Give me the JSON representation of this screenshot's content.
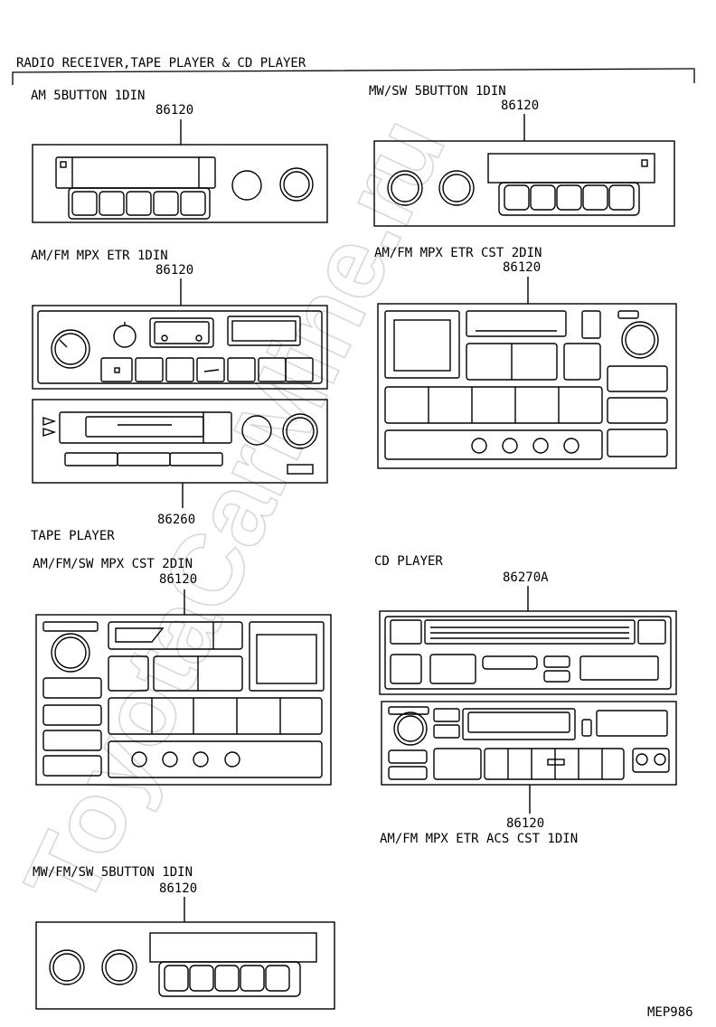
{
  "header": {
    "title": "RADIO RECEIVER,TAPE PLAYER & CD PLAYER"
  },
  "watermark": "ToyotaCarMine.ru",
  "units": [
    {
      "name": "am-5button-1din",
      "title": "AM 5BUTTON 1DIN",
      "part": "86120"
    },
    {
      "name": "mw-sw-5button-1din",
      "title": "MW/SW 5BUTTON 1DIN",
      "part": "86120"
    },
    {
      "name": "am-fm-mpx-etr-1din",
      "title": "AM/FM MPX ETR 1DIN",
      "part": "86120"
    },
    {
      "name": "am-fm-mpx-etr-cst-2din",
      "title": "AM/FM MPX ETR CST 2DIN",
      "part": "86120"
    },
    {
      "name": "tape-player",
      "title": "TAPE PLAYER",
      "part": "86260"
    },
    {
      "name": "am-fm-sw-mpx-cst-2din",
      "title": "AM/FM/SW MPX CST 2DIN",
      "part": "86120"
    },
    {
      "name": "cd-player",
      "title": "CD PLAYER",
      "part": "86270A"
    },
    {
      "name": "am-fm-mpx-etr-acs-cst-1din",
      "title": "AM/FM MPX ETR ACS CST 1DIN",
      "part": "86120"
    },
    {
      "name": "mw-fm-sw-5button-1din",
      "title": "MW/FM/SW 5BUTTON 1DIN",
      "part": "86120"
    }
  ],
  "footer": {
    "code": "MEP986"
  }
}
